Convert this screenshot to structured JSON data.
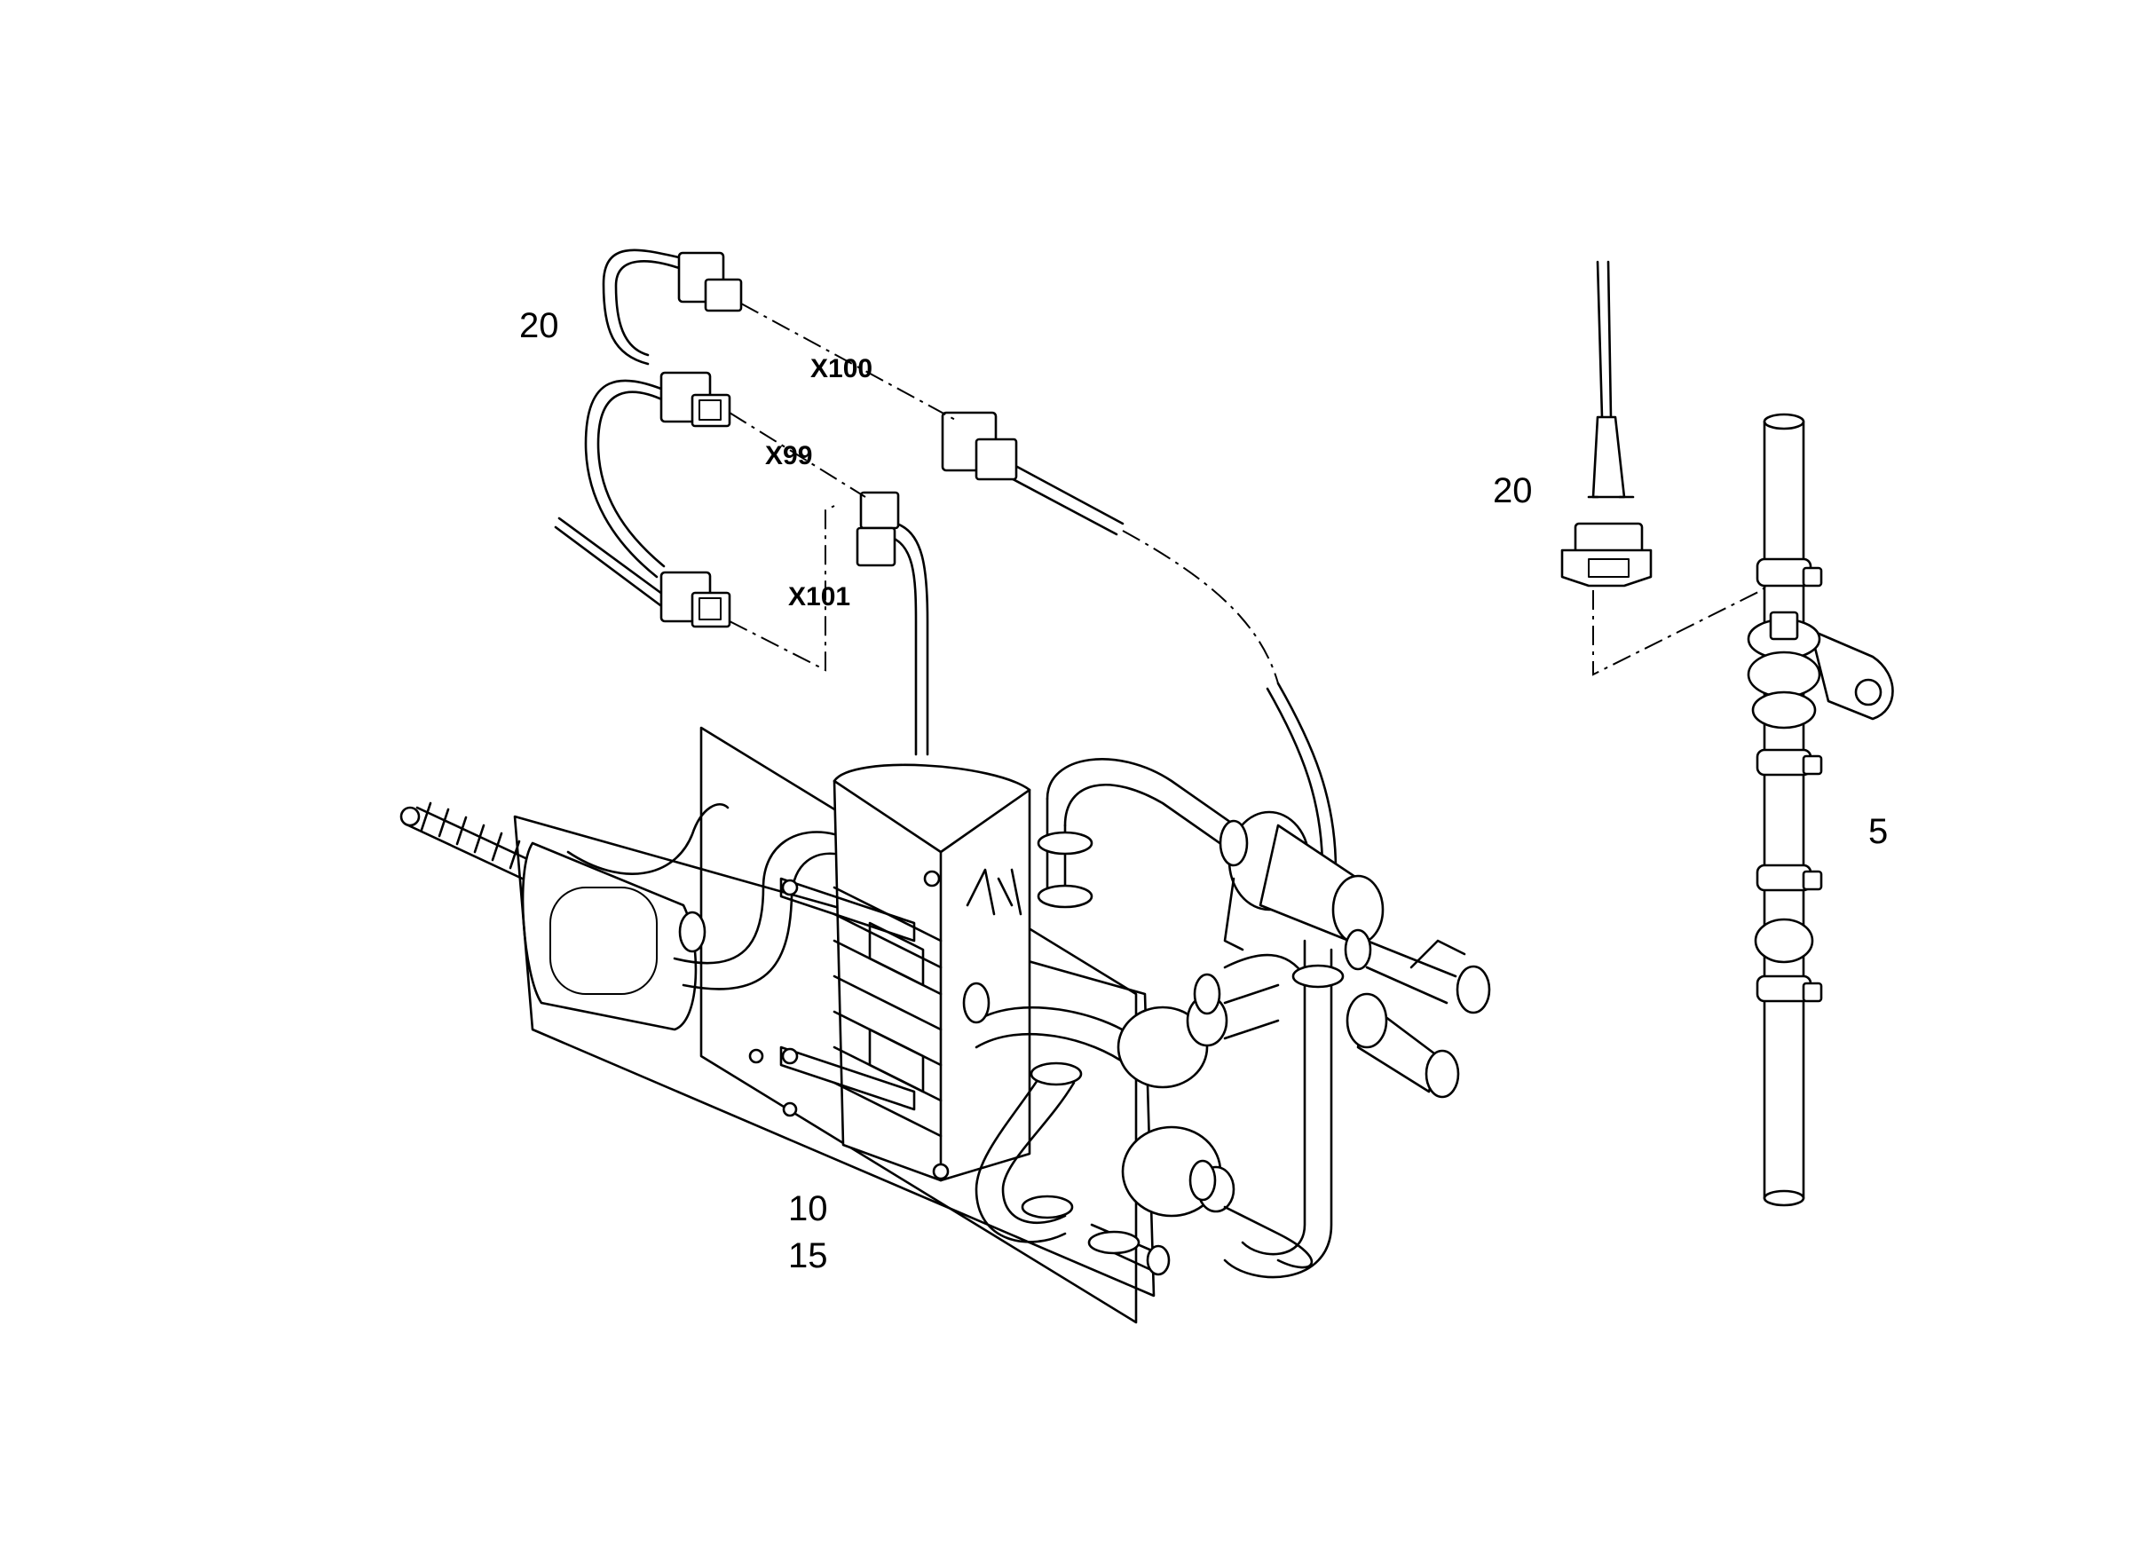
{
  "labels": {
    "ref_20_top": "20",
    "ref_20_right": "20",
    "ref_10": "10",
    "ref_15": "15",
    "ref_5": "5"
  },
  "connectors": {
    "x100": "X100",
    "x99": "X99",
    "x101": "X101"
  },
  "icons": {
    "heater_unit": "heater-assembly-icon",
    "pipe_with_clamps": "clamped-pipe-icon",
    "temperature_sensor": "sensor-plug-icon"
  }
}
